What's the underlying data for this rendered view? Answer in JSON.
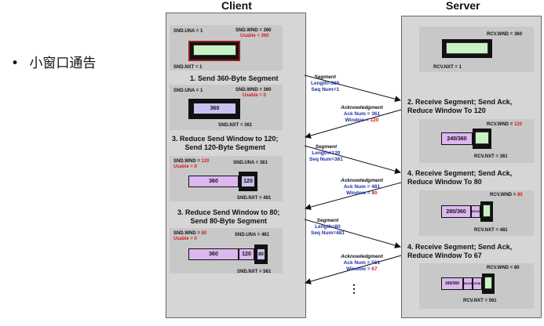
{
  "slide": {
    "bullet": "•",
    "bullet_text": "小窗口通告"
  },
  "headers": {
    "client": "Client",
    "server": "Server"
  },
  "client": {
    "b1": {
      "snd_una": "SND.UNA = 1",
      "snd_wnd": "SND.WND = 360",
      "usable": "Usable = 360",
      "snd_nxt": "SND.NXT = 1"
    },
    "step1": "1. Send 360-Byte Segment",
    "b2": {
      "snd_una": "SND.UNA = 1",
      "snd_wnd": "SND.WND = 360",
      "usable": "Usable = 0",
      "box": "360",
      "snd_nxt": "SND.NXT = 361"
    },
    "step3a": [
      "3. Reduce Send Window to 120;",
      "Send 120-Byte Segment"
    ],
    "b3": {
      "snd_wnd": "SND.WND = 120",
      "usable": "Usable = 0",
      "snd_una": "SND.UNA = 361",
      "box1": "360",
      "box2": "120",
      "snd_nxt": "SND.NXT = 481"
    },
    "step3b": [
      "3. Reduce Send Window to 80;",
      "Send 80-Byte Segment"
    ],
    "b4": {
      "snd_wnd": "SND.WND = 80",
      "usable": "Usable = 0",
      "snd_una": "SND.UNA = 481",
      "box1": "360",
      "box2": "120",
      "box3": "80",
      "snd_nxt": "SND.NXT = 561"
    }
  },
  "messages": {
    "m1": {
      "head": "Segment",
      "l1": "Length=360",
      "l2": "Seq Num=1"
    },
    "m2": {
      "head": "Acknowledgment",
      "l1": "Ack Num = 361",
      "l2": "Window = 120"
    },
    "m3": {
      "head": "Segment",
      "l1": "Length=120",
      "l2": "Seq Num=361"
    },
    "m4": {
      "head": "Acknowledgment",
      "l1": "Ack Num = 481",
      "l2": "Window = 80"
    },
    "m5": {
      "head": "Segment",
      "l1": "Length=80",
      "l2": "Seq Num=481"
    },
    "m6": {
      "head": "Acknowledgment",
      "l1": "Ack Num = 561",
      "l2": "Window = 67"
    }
  },
  "server": {
    "s1": {
      "rcv_wnd": "RCV.WND = 360",
      "rcv_nxt": "RCV.NXT = 1"
    },
    "step2": [
      "2. Receive Segment; Send Ack,",
      "Reduce Window To 120"
    ],
    "s2": {
      "rcv_wnd": "RCV.WND = 120",
      "box": "240/360",
      "rcv_nxt": "RCV.NXT = 361"
    },
    "step4a": [
      "4. Receive Segment; Send Ack,",
      "Reduce Window To 80"
    ],
    "s3": {
      "rcv_wnd": "RCV.WND = 80",
      "box": "280/360",
      "box2": "80/120",
      "rcv_nxt": "RCV.NXT = 481"
    },
    "step4b": [
      "4. Receive Segment; Send Ack,",
      "Reduce Window To 67"
    ],
    "s4": {
      "rcv_wnd": "RCV.WND = 80",
      "box": "160/360",
      "box2": "80/120",
      "box3": "67/80",
      "rcv_nxt": "RCV.NXT = 561"
    }
  },
  "ellipsis": "⋮"
}
